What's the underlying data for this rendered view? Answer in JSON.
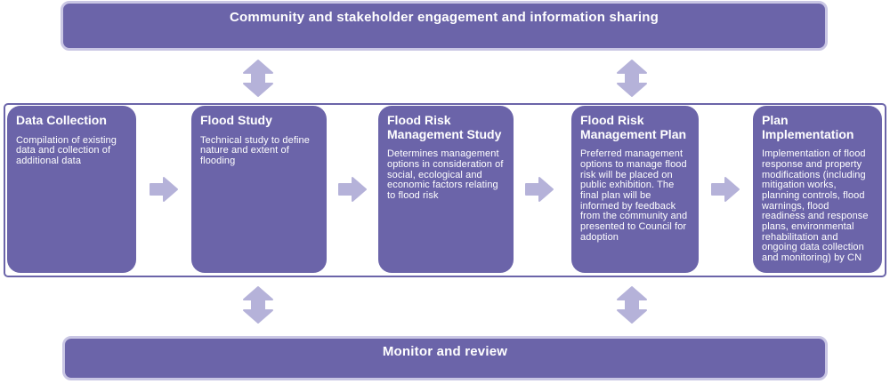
{
  "diagram": {
    "top_band": {
      "label": "Community and stakeholder engagement and information sharing"
    },
    "bottom_band": {
      "label": "Monitor and review"
    },
    "process": {
      "steps": [
        {
          "title": "Data Collection",
          "description": "Compilation of existing data and collection of additional data"
        },
        {
          "title": "Flood Study",
          "description": "Technical study to define nature and extent of flooding"
        },
        {
          "title": "Flood Risk Management Study",
          "description": "Determines management options in consideration of social, ecological and economic factors relating to flood risk"
        },
        {
          "title": "Flood Risk Management Plan",
          "description": "Preferred management options to manage flood risk will be placed on public exhibition. The final plan will be informed by feedback from the community and presented to Council for adoption"
        },
        {
          "title": "Plan Implementation",
          "description": "Implementation of flood response and property modifications (including mitigation works, planning controls, flood warnings, flood readiness and response plans, environmental rehabilitation and ongoing data collection and monitoring) by CN"
        }
      ]
    },
    "colors": {
      "box_purple": "#6B64A9",
      "arrow_lavender": "#B5B2D9",
      "band_border_light": "#C9C6E4",
      "text": "#FFFFFF",
      "background": "#FFFFFF"
    }
  }
}
